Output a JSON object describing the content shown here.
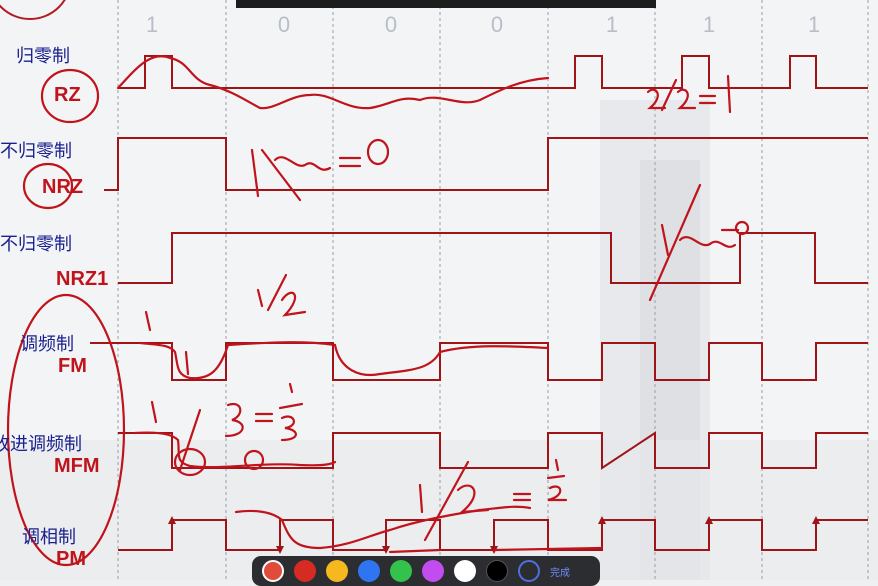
{
  "bits": [
    "1",
    "0",
    "0",
    "0",
    "1",
    "1",
    "1"
  ],
  "rows": [
    {
      "cn": "归零制",
      "en": "RZ"
    },
    {
      "cn": "不归零制",
      "en": "NRZ"
    },
    {
      "cn": "不归零制",
      "en": "NRZ1"
    },
    {
      "cn": "调频制",
      "en": "FM"
    },
    {
      "cn": "改进调频制",
      "en": "MFM"
    },
    {
      "cn": "调相制",
      "en": "PM"
    }
  ],
  "handwritten": {
    "rz_note": "2/2 = 1",
    "nrz_note": "1/∞ = 0",
    "nrz1_note": "1/∞ = 0",
    "fm_note": "1/2",
    "mfm_note": "1/3 = 1/3",
    "pm_note": "1/2 = 1/2"
  },
  "toolbar": {
    "tools": [
      {
        "name": "record-tool",
        "color": "#e04b3a"
      },
      {
        "name": "pen-red",
        "color": "#d62b22"
      },
      {
        "name": "pen-yellow",
        "color": "#f5b81f"
      },
      {
        "name": "pen-blue",
        "color": "#2f74f0"
      },
      {
        "name": "pen-green",
        "color": "#33c24b"
      },
      {
        "name": "pen-purple",
        "color": "#c24cf0"
      },
      {
        "name": "pen-white",
        "color": "#ffffff"
      },
      {
        "name": "pen-black",
        "color": "#000000"
      }
    ],
    "done_label": "完成"
  },
  "colors": {
    "signal": "#a01418",
    "ink": "#c0141c",
    "label": "#1a1f8e"
  }
}
